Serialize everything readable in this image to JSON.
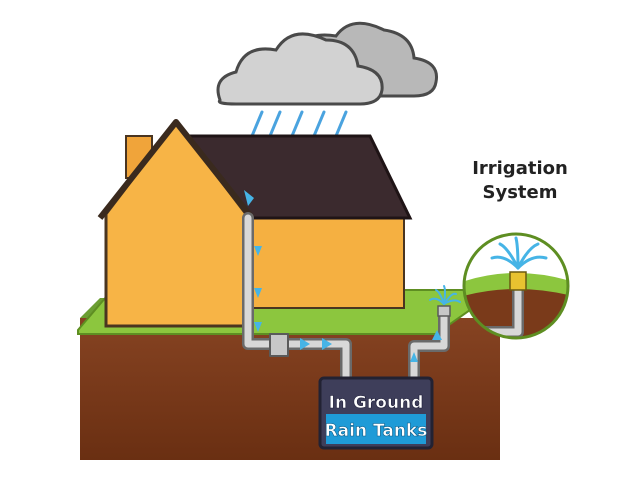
{
  "labels": {
    "irrigation_line1": "Irrigation",
    "irrigation_line2": "System",
    "tank_line1": "In Ground",
    "tank_line2": "Rain Tanks"
  },
  "colors": {
    "sky_cloud": "#c9c9c9",
    "rain": "#4aa3df",
    "roof": "#3b2a2e",
    "house_wall": "#f5b041",
    "grass": "#8cc63e",
    "soil": "#7a3a1a",
    "pipe": "#b9b9b9",
    "flow_arrow": "#46b4e6",
    "tank": "#3e3e5a",
    "tank_water": "#1f9bd7"
  },
  "icons": [
    "cloud-icon",
    "rain-icon",
    "sprinkler-icon",
    "flow-arrow-icon"
  ]
}
